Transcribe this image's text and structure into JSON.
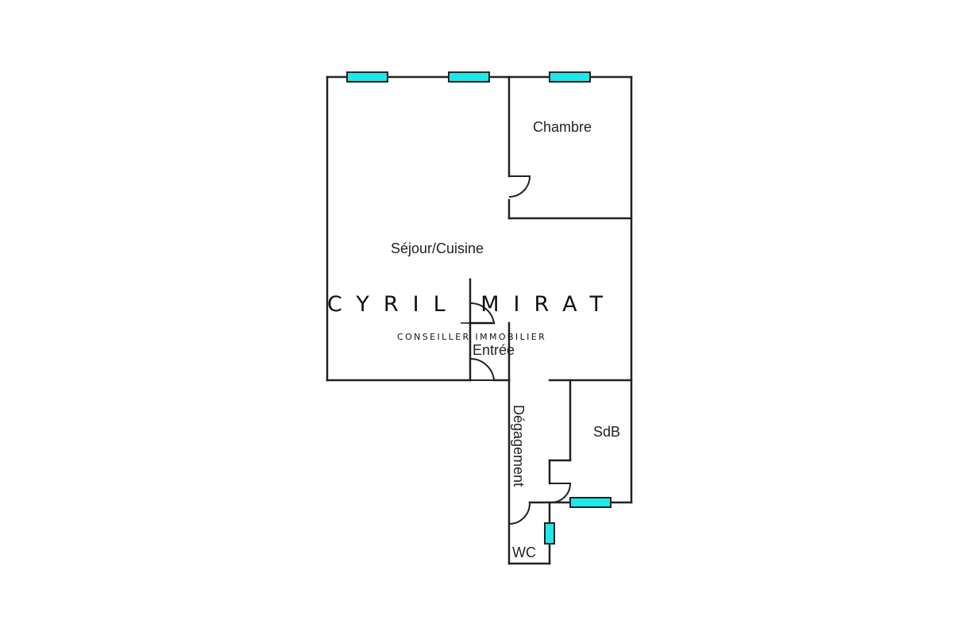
{
  "colors": {
    "wall": "#222222",
    "window": "#1ee8ea",
    "background": "#ffffff"
  },
  "rooms": {
    "chambre": "Chambre",
    "sejour": "Séjour/Cuisine",
    "entree": "Entrée",
    "degagement": "Dégagement",
    "sdb": "SdB",
    "wc": "WC"
  },
  "watermark": {
    "name": "CYRIL MIRAT",
    "subtitle": "CONSEILLER IMMOBILIER"
  }
}
